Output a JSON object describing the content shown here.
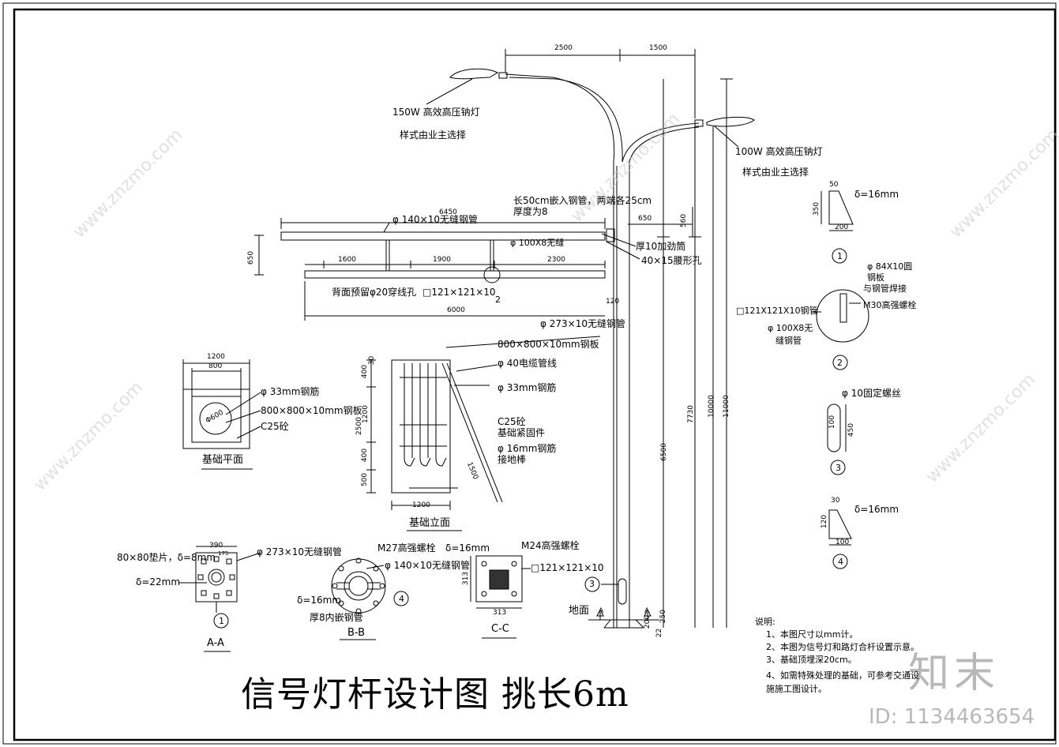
{
  "title": "信号灯杆设计图  挑长6m",
  "lamps": {
    "upper_label": "150W 高效高压钠灯",
    "upper_note": "样式由业主选择",
    "lower_label": "100W 高效高压钠灯",
    "lower_note": "样式由业主选择"
  },
  "dims": {
    "top_left": "2500",
    "top_right": "1500",
    "arm_total_upper": "6450",
    "arm_total_lower": "6000",
    "seg1": "1600",
    "seg2": "1900",
    "seg3": "2300",
    "h650": "650",
    "r650": "650",
    "r560": "560",
    "r120": "120",
    "h6500": "6500",
    "h7730": "7730",
    "h10000": "10000",
    "h11000": "11000",
    "base200": "200",
    "base22": "22",
    "base250": "250"
  },
  "labels": {
    "embed_tube": "长50cm嵌入钢管，两端各25cm",
    "thick8": "厚度为8",
    "upper_tube": "φ 140×10无缝钢管",
    "small_tube": "φ 100X8无缝",
    "thick10": "厚10加劲筒",
    "slot": "40×15腰形孔",
    "back_hole": "背面预留φ20穿线孔",
    "sq_tube_lbl": "□121×121×10",
    "main_pole": "φ 273×10无缝钢管",
    "plate800": "800×800×10mm钢板",
    "cable": "φ 40电缆管线",
    "rebar33": "φ 33mm钢筋",
    "c25": "C25砼",
    "anchor": "基础紧固件",
    "rebar16": "φ 16mm钢筋",
    "ground_rod": "接地棒",
    "ground": "地面",
    "a_marker": "A"
  },
  "foundation_plan": {
    "title": "基础平面",
    "d1200": "1200",
    "d800": "800",
    "dia600": "Φ600",
    "rebar": "φ 33mm钢筋",
    "plate": "800×800×10mm钢板",
    "concrete": "C25砼"
  },
  "foundation_elev": {
    "title": "基础立面",
    "d1200": "1200",
    "d400a": "400",
    "d2500": "2500",
    "d1200v": "1200",
    "d400b": "400",
    "d500": "500",
    "d1500": "1500",
    "d30": "30"
  },
  "section_aa": {
    "title": "A-A",
    "pad": "80×80垫片，δ=8mm",
    "tube": "φ 273×10无缝钢管",
    "delta": "δ=22mm",
    "circle": "1",
    "d390": "390",
    "d175": "175"
  },
  "section_bb": {
    "title": "B-B",
    "bolt": "M27高强螺栓",
    "tube": "φ 140×10无缝钢管",
    "delta": "δ=16mm",
    "inner": "厚8内嵌钢管",
    "circle": "4"
  },
  "section_cc": {
    "title": "C-C",
    "delta": "δ=16mm",
    "bolt": "M24高强螺栓",
    "tube": "□121×121×10",
    "d313h": "313",
    "d313v": "313"
  },
  "details": {
    "d1_delta": "δ=16mm",
    "d1_50": "50",
    "d1_350": "350",
    "d1_200": "200",
    "d1_no": "1",
    "d2_plate": "φ 84X10圆",
    "d2_plate2": "钢板",
    "d2_weld": "与钢管焊接",
    "d2_bolt": "M30高强螺栓",
    "d2_sq": "□121X121X10钢管",
    "d2_tube": "φ 100X8无",
    "d2_tube2": "缝钢管",
    "d2_no": "2",
    "d3_screw": "φ 10固定螺丝",
    "d3_100": "100",
    "d3_450": "450",
    "d3_no": "3",
    "d4_delta": "δ=16mm",
    "d4_30": "30",
    "d4_120": "120",
    "d4_100": "100",
    "d4_no": "4",
    "c2": "2",
    "c3": "3",
    "c4": "4"
  },
  "notes": {
    "heading": "说明:",
    "n1": "1、本图尺寸以mm计。",
    "n2": "2、本图为信号灯和路灯合杆设置示意。",
    "n3": "3、基础顶埋深20cm。",
    "n4": "4、如需特殊处理的基础，可参考交通设施施工图设计。"
  },
  "watermark": {
    "site": "www.znzmo.com",
    "brand": "知末",
    "id": "ID: 1134463654"
  }
}
